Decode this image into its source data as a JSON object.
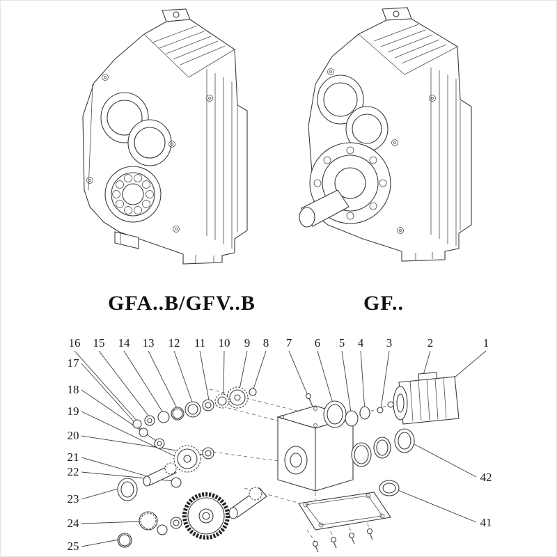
{
  "models": {
    "left_label": "GFA..B/GFV..B",
    "right_label": "GF.."
  },
  "exploded": {
    "top_numbers": [
      "16",
      "15",
      "14",
      "13",
      "12",
      "11",
      "10",
      "9",
      "8",
      "7",
      "6",
      "5",
      "4",
      "3",
      "2",
      "1"
    ],
    "left_numbers": [
      "17",
      "18",
      "19",
      "20",
      "21",
      "22",
      "23",
      "24",
      "25"
    ],
    "right_numbers": [
      "42",
      "41"
    ]
  },
  "colors": {
    "ink": "#3a3a3a",
    "background": "#ffffff"
  }
}
